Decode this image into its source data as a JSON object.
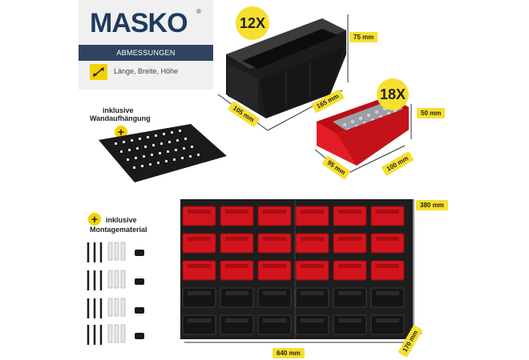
{
  "brand": {
    "name": "MASKO",
    "reg": "®"
  },
  "panel": {
    "section_title": "ABMESSUNGEN",
    "dims_text": "Länge, Breite, Höhe"
  },
  "black_bin": {
    "count_badge": "12X",
    "height": "75 mm",
    "length": "165 mm",
    "width": "105 mm"
  },
  "red_bin": {
    "count_badge": "18X",
    "height": "50 mm",
    "length": "100 mm",
    "width": "95 mm"
  },
  "wall_mount": {
    "line1": "inklusive",
    "line2": "Wandaufhängung"
  },
  "mounting": {
    "line1": "inklusive",
    "line2": "Montagematerial"
  },
  "rack": {
    "height": "380 mm",
    "width": "640 mm",
    "depth": "170 mm"
  },
  "colors": {
    "brand_navy": "#1f3a5f",
    "accent_yellow": "#f6df2e",
    "bin_red": "#d4141c",
    "bin_black": "#222222"
  }
}
